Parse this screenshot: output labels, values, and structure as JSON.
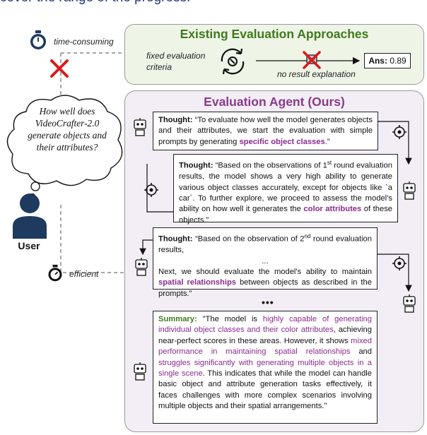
{
  "header": {
    "partial_text": "cover the range of the progress."
  },
  "existing": {
    "title": "Existing Evaluation Approaches",
    "left_label": "time-consuming",
    "criteria_label_1": "fixed evaluation",
    "criteria_label_2": "criteria",
    "no_explanation": "no result explanation",
    "ans_label": "Ans:",
    "ans_value": "0.89"
  },
  "agent": {
    "title": "Evaluation Agent (Ours)",
    "left_label": "efficient"
  },
  "user": {
    "question_lines": [
      "How well does",
      "VideoCrafter-2.0",
      "generate objects and",
      "their attributes?"
    ],
    "label": "User"
  },
  "cards": {
    "c1": {
      "label": "Thought:",
      "text_a": " “To evaluate how well the model generates objects and their attributes, we start the evaluation with simple prompts by generating ",
      "highlight": "specific object classes",
      "text_b": ".”"
    },
    "c2": {
      "label": "Thought:",
      "text_a": " “Based on the observations of 1",
      "sup": "st",
      "text_b": " round evaluation results, the model shows a very high ability to generate various object classes accurately, except for objects like `a car`. To further explore, we proceed to assess the model’s ability on how well it generates the ",
      "highlight": "color attributes",
      "text_c": " of these objects.”"
    },
    "c3": {
      "label": "Thought:",
      "text_a": " “Based on the observation of 2",
      "sup": "nd",
      "text_b": " round evaluation results,",
      "ellipsis": "...",
      "text_c": "Next, we should evaluate the model's ability to maintain ",
      "highlight": "spatial relationships",
      "text_d": " between objects as described in the prompts.”"
    },
    "between_dots": "•••",
    "summary": {
      "label": "Summary:",
      "t1": " \"The model is ",
      "h1": "highly capable of generating individual object classes and their color attributes",
      "t2": ", achieving near-perfect scores in these areas. However, it shows ",
      "h2": "mixed performance in maintaining spatial relationships",
      "t3": " and ",
      "h3": "struggles significantly with generating multiple objects in a single scene",
      "t4": ". This indicates that while the model can handle basic object and attribute generation tasks effectively, it faces challenges with more complex scenarios involving multiple objects and their spatial arrangements.\""
    }
  },
  "colors": {
    "green_title": "#3f7a1c",
    "purple_title": "#8a3a8c",
    "highlight": "#8a2b8f",
    "green_bg": "#eef5e6",
    "purple_bg": "#f3eef5",
    "cross": "#d81b1b",
    "user_icon": "#1e3a5f"
  }
}
